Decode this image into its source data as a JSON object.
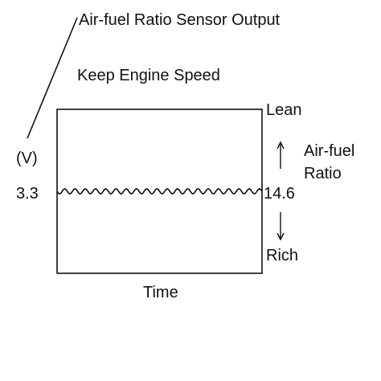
{
  "chart_data": {
    "type": "line",
    "title": "Air-fuel Ratio Sensor Output",
    "subtitle": "Keep Engine Speed",
    "xlabel": "Time",
    "ylabel": "(V)",
    "y_tick_label": "3.3",
    "right_tick_label": "14.6",
    "right_top_label": "Lean",
    "right_bottom_label": "Rich",
    "right_axis_title": [
      "Air-fuel",
      "Ratio"
    ],
    "series": [
      {
        "values": [
          3.3,
          3.3,
          3.3,
          3.3,
          3.3,
          3.3,
          3.3,
          3.3,
          3.3,
          3.3,
          3.3,
          3.3,
          3.3,
          3.3,
          3.3,
          3.3,
          3.3,
          3.3,
          3.3,
          3.3
        ]
      }
    ],
    "grid": false
  }
}
